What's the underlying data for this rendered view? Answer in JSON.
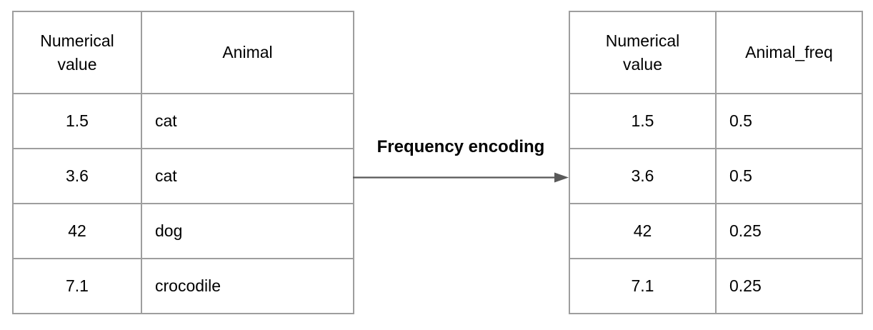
{
  "diagram_title": "Frequency encoding",
  "arrow": {
    "label": "Frequency encoding",
    "direction": "right",
    "color": "#595959"
  },
  "left_table": {
    "columns": [
      "Numerical value",
      "Animal"
    ],
    "rows": [
      [
        "1.5",
        "cat"
      ],
      [
        "3.6",
        "cat"
      ],
      [
        "42",
        "dog"
      ],
      [
        "7.1",
        "crocodile"
      ]
    ]
  },
  "right_table": {
    "columns": [
      "Numerical value",
      "Animal_freq"
    ],
    "rows": [
      [
        "1.5",
        "0.5"
      ],
      [
        "3.6",
        "0.5"
      ],
      [
        "42",
        "0.25"
      ],
      [
        "7.1",
        "0.25"
      ]
    ]
  },
  "colors": {
    "table_border": "#9e9e9e",
    "arrow": "#595959",
    "text": "#000000",
    "background": "#ffffff"
  }
}
